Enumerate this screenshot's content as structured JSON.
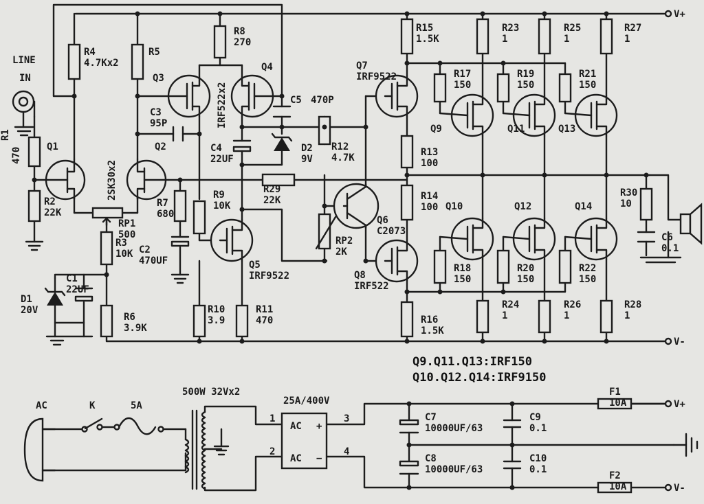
{
  "rails": {
    "vplus": "V+",
    "vminus": "V-"
  },
  "input": {
    "line": "LINE",
    "in": "IN"
  },
  "components": {
    "R1": [
      "R1",
      "470"
    ],
    "R2": [
      "R2",
      "22K"
    ],
    "R3": [
      "R3",
      "10K"
    ],
    "R4": [
      "R4",
      "4.7Kx2"
    ],
    "R5": [
      "R5",
      ""
    ],
    "R6": [
      "R6",
      "3.9K"
    ],
    "R7": [
      "R7",
      "680"
    ],
    "R8": [
      "R8",
      "270"
    ],
    "R9": [
      "R9",
      "10K"
    ],
    "R10": [
      "R10",
      "3.9"
    ],
    "R11": [
      "R11",
      "470"
    ],
    "R12": [
      "R12",
      "4.7K"
    ],
    "R13": [
      "R13",
      "100"
    ],
    "R14": [
      "R14",
      "100"
    ],
    "R15": [
      "R15",
      "1.5K"
    ],
    "R16": [
      "R16",
      "1.5K"
    ],
    "R17": [
      "R17",
      "150"
    ],
    "R18": [
      "R18",
      "150"
    ],
    "R19": [
      "R19",
      "150"
    ],
    "R20": [
      "R20",
      "150"
    ],
    "R21": [
      "R21",
      "150"
    ],
    "R22": [
      "R22",
      "150"
    ],
    "R23": [
      "R23",
      "1"
    ],
    "R24": [
      "R24",
      "1"
    ],
    "R25": [
      "R25",
      "1"
    ],
    "R26": [
      "R26",
      "1"
    ],
    "R27": [
      "R27",
      "1"
    ],
    "R28": [
      "R28",
      "1"
    ],
    "R29": [
      "R29",
      "22K"
    ],
    "R30": [
      "R30",
      "10"
    ],
    "RP1": [
      "RP1",
      "500"
    ],
    "RP2": [
      "RP2",
      "2K"
    ],
    "C1": [
      "C1",
      "22UF"
    ],
    "C2": [
      "C2",
      "470UF"
    ],
    "C3": [
      "C3",
      "95P"
    ],
    "C4": [
      "C4",
      "22UF"
    ],
    "C5": [
      "C5",
      "470P"
    ],
    "C6": [
      "C6",
      "0.1"
    ],
    "C7": [
      "C7",
      "10000UF/63"
    ],
    "C8": [
      "C8",
      "10000UF/63"
    ],
    "C9": [
      "C9",
      "0.1"
    ],
    "C10": [
      "C10",
      "0.1"
    ],
    "D1": [
      "D1",
      "20V"
    ],
    "D2": [
      "D2",
      "9V"
    ],
    "Q1": [
      "Q1",
      ""
    ],
    "Q2": [
      "Q2",
      ""
    ],
    "Q3": [
      "Q3",
      ""
    ],
    "Q4": [
      "Q4",
      ""
    ],
    "Q5": [
      "Q5",
      "IRF9522"
    ],
    "Q6": [
      "Q6",
      "C2073"
    ],
    "Q7": [
      "Q7",
      "IRF9522"
    ],
    "Q8": [
      "Q8",
      "IRF522"
    ],
    "Q9": [
      "Q9",
      ""
    ],
    "Q10": [
      "Q10",
      ""
    ],
    "Q11": [
      "Q11",
      ""
    ],
    "Q12": [
      "Q12",
      ""
    ],
    "Q13": [
      "Q13",
      ""
    ],
    "Q14": [
      "Q14",
      ""
    ],
    "F1": [
      "F1",
      "10A"
    ],
    "F2": [
      "F2",
      "10A"
    ]
  },
  "pair_labels": {
    "q1_q2": "2SK30x2",
    "q3_q4": "IRF522x2"
  },
  "notes": {
    "line1": "Q9.Q11.Q13:IRF150",
    "line2": "Q10.Q12.Q14:IRF9150"
  },
  "power": {
    "ac": "AC",
    "switch": "K",
    "fuse_main": "5A",
    "transformer": "500W 32Vx2",
    "bridge": "25A/400V",
    "bridge_ac1": "AC",
    "bridge_ac2": "AC",
    "plus": "+",
    "minus": "−",
    "pin1": "1",
    "pin2": "2",
    "pin3": "3",
    "pin4": "4"
  }
}
